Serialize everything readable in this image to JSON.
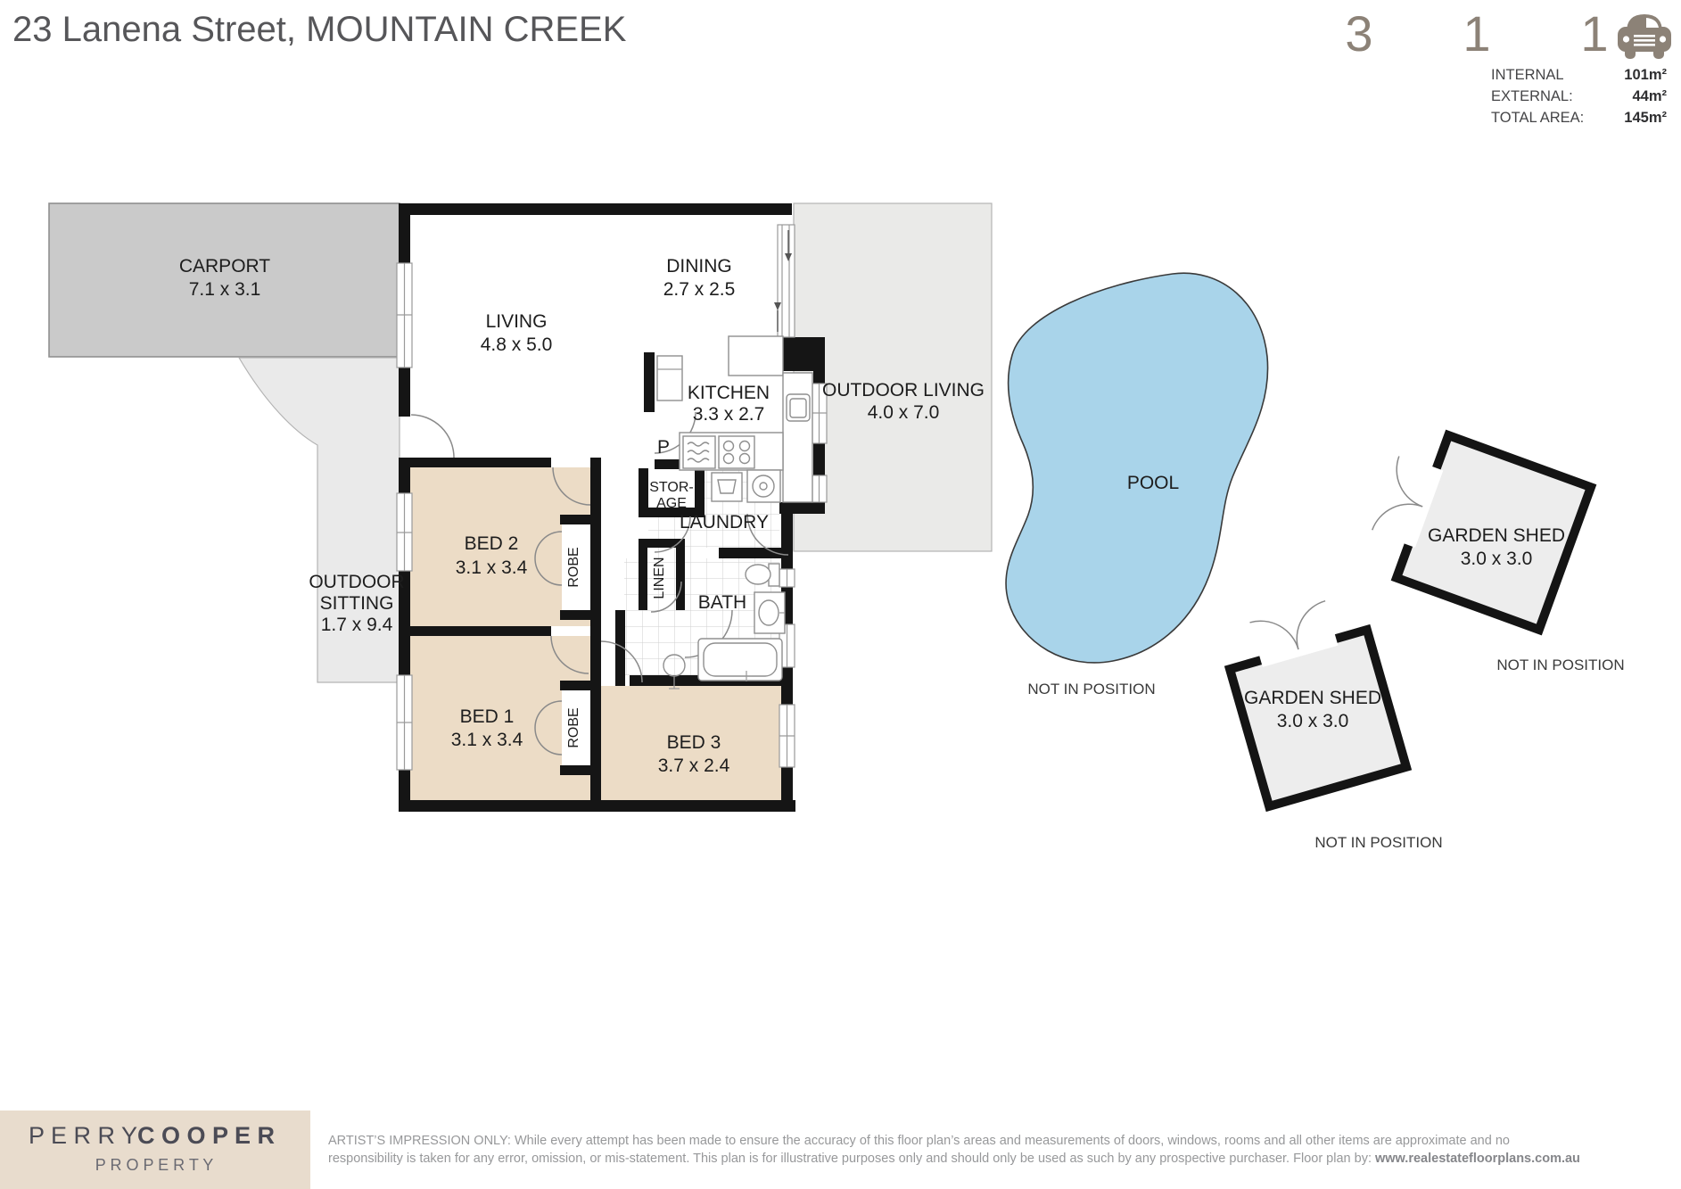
{
  "header": {
    "title": "23 Lanena Street, MOUNTAIN CREEK",
    "features": {
      "beds": "3",
      "baths": "1",
      "cars": "1"
    },
    "areas": {
      "internal_label": "INTERNAL",
      "internal_value": "101m²",
      "external_label": "EXTERNAL:",
      "external_value": "44m²",
      "total_label": "TOTAL AREA:",
      "total_value": "145m²"
    }
  },
  "rooms": {
    "carport": {
      "name": "CARPORT",
      "dims": "7.1 x 3.1"
    },
    "living": {
      "name": "LIVING",
      "dims": "4.8 x 5.0"
    },
    "dining": {
      "name": "DINING",
      "dims": "2.7 x 2.5"
    },
    "kitchen": {
      "name": "KITCHEN",
      "dims": "3.3 x 2.7"
    },
    "outdoor_living": {
      "name": "OUTDOOR LIVING",
      "dims": "4.0 x 7.0"
    },
    "outdoor_sitting": {
      "line1": "OUTDOOR",
      "line2": "SITTING",
      "dims": "1.7 x 9.4"
    },
    "bed1": {
      "name": "BED 1",
      "dims": "3.1 x 3.4"
    },
    "bed2": {
      "name": "BED 2",
      "dims": "3.1 x 3.4"
    },
    "bed3": {
      "name": "BED 3",
      "dims": "3.7 x 2.4"
    },
    "bath": {
      "name": "BATH"
    },
    "laundry": {
      "name": "LAUNDRY"
    },
    "storage": {
      "line1": "STOR-",
      "line2": "AGE"
    },
    "linen": "LINEN",
    "robe": "ROBE",
    "pantry": "P",
    "pool": {
      "name": "POOL"
    },
    "shed": {
      "name": "GARDEN SHED",
      "dims": "3.0 x 3.0"
    },
    "not_in_position": "NOT IN POSITION"
  },
  "footer": {
    "brand_first": "P E R R Y",
    "brand_second": "C O O P E R",
    "brand_sub": "P R O P E R T Y",
    "disclaimer_line1": "ARTIST’S IMPRESSION ONLY: While every attempt has been made to ensure the accuracy of this floor plan’s areas and measurements of doors, windows, rooms and all other items are approximate and no",
    "disclaimer_line2": "responsibility is taken for any error, omission, or mis-statement. This plan is for illustrative purposes only and should only be used as such by any prospective purchaser. Floor plan by: ",
    "disclaimer_url": "www.realestatefloorplans.com.au"
  },
  "colors": {
    "accent_taupe": "#8c8277",
    "pool_blue": "#a9d4ea",
    "bedroom_beige": "#ecdcc6",
    "carport_gray": "#cacaca",
    "outdoor_gray": "#eaeae8",
    "shed_gray": "#ededed",
    "logo_beige": "#e8dccd",
    "wall_black": "#151515"
  }
}
